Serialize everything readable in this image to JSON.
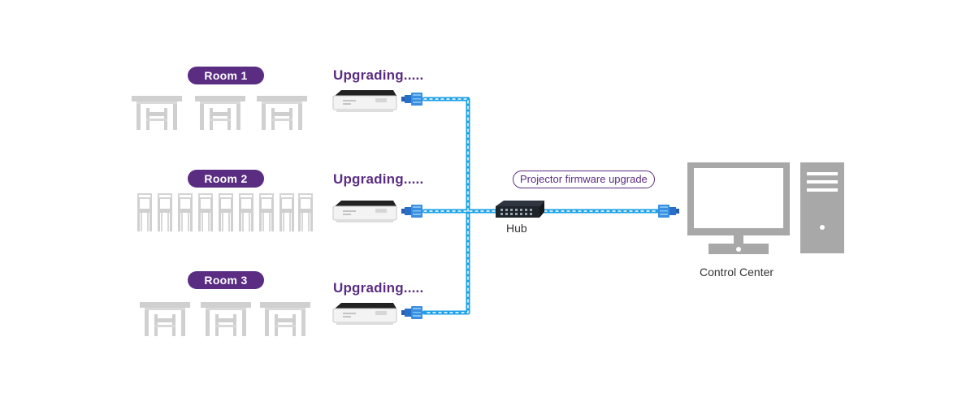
{
  "rooms": [
    {
      "label": "Room 1",
      "status": "Upgrading....."
    },
    {
      "label": "Room 2",
      "status": "Upgrading....."
    },
    {
      "label": "Room 3",
      "status": "Upgrading....."
    }
  ],
  "hub": {
    "label": "Hub"
  },
  "link": {
    "label": "Projector firmware upgrade"
  },
  "control_center": {
    "label": "Control Center"
  },
  "colors": {
    "brand_purple": "#5a2d82",
    "cable_blue": "#1aa0e6",
    "furniture_gray": "#d0d0d0",
    "device_gray": "#a8a8a8"
  }
}
